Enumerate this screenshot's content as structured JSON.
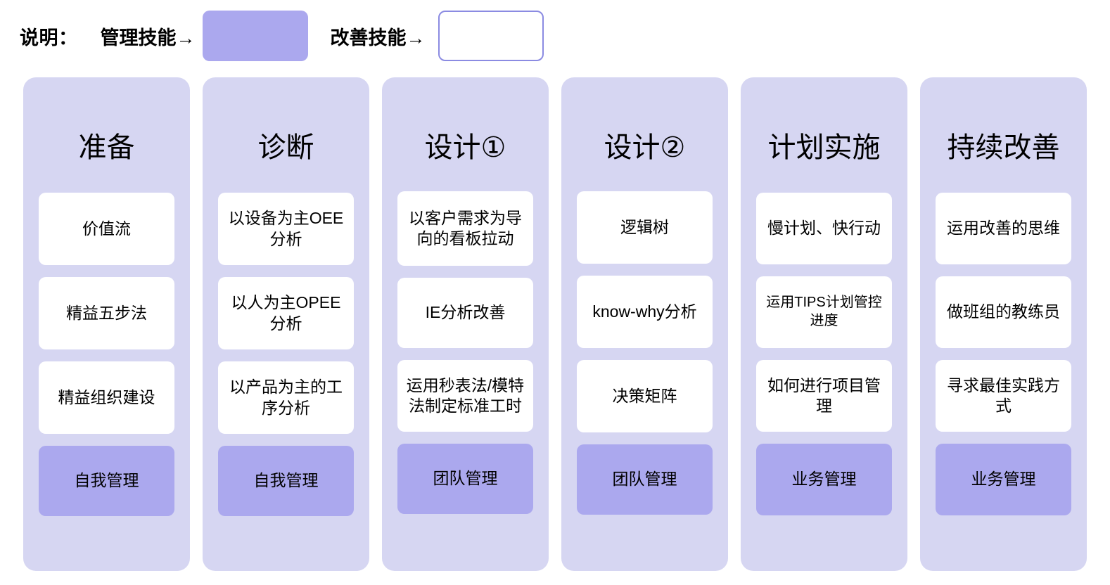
{
  "legend": {
    "title": "说明：",
    "management_label": "管理技能→",
    "improvement_label": "改善技能→",
    "management_color": "#aba8ee",
    "improvement_color": "#ffffff",
    "improvement_border_color": "#8b8be2"
  },
  "colors": {
    "column_background": "#d6d6f2",
    "card_background": "#ffffff",
    "accent_card_background": "#aba8ee",
    "page_background": "#ffffff",
    "text": "#000000"
  },
  "columns": [
    {
      "title": "准备",
      "cards": [
        "价值流",
        "精益五步法",
        "精益组织建设"
      ],
      "accent_card": "自我管理"
    },
    {
      "title": "诊断",
      "cards": [
        "以设备为主OEE分析",
        "以人为主OPEE分析",
        "以产品为主的工序分析"
      ],
      "accent_card": "自我管理"
    },
    {
      "title": "设计①",
      "cards": [
        "以客户需求为导向的看板拉动",
        "IE分析改善",
        "运用秒表法/模特法制定标准工时"
      ],
      "accent_card": "团队管理"
    },
    {
      "title": "设计②",
      "cards": [
        "逻辑树",
        "know-why分析",
        "决策矩阵"
      ],
      "accent_card": "团队管理"
    },
    {
      "title": "计划实施",
      "cards": [
        "慢计划、快行动",
        "运用TIPS计划管控进度",
        "如何进行项目管理"
      ],
      "accent_card": "业务管理"
    },
    {
      "title": "持续改善",
      "cards": [
        "运用改善的思维",
        "做班组的教练员",
        "寻求最佳实践方式"
      ],
      "accent_card": "业务管理"
    }
  ]
}
